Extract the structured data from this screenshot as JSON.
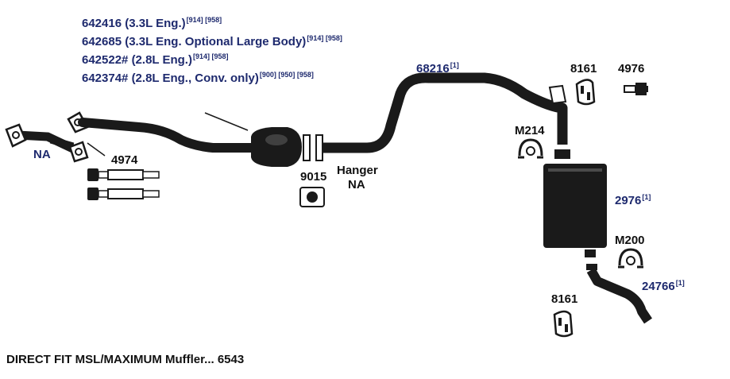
{
  "colors": {
    "part_label": "#1e2a6e",
    "text": "#111111",
    "pipe": "#1a1a1a"
  },
  "part_list": [
    {
      "text": "642416 (3.3L Eng.)",
      "refs": "[914] [958]"
    },
    {
      "text": "642685 (3.3L Eng. Optional Large Body)",
      "refs": "[914] [958]"
    },
    {
      "text": "642522# (2.8L Eng.)",
      "refs": "[914] [958]"
    },
    {
      "text": "642374# (2.8L Eng., Conv. only)",
      "refs": "[900] [950] [958]"
    }
  ],
  "labels": {
    "na_left": "NA",
    "bolt_kit": "4974",
    "gasket": "9015",
    "hanger_line1": "Hanger",
    "hanger_line2": "NA",
    "pipe_68216": "68216",
    "pipe_68216_ref": "[1]",
    "hanger_top": "8161",
    "bolt_top": "4976",
    "clamp_top": "M214",
    "muffler": "2976",
    "muffler_ref": "[1]",
    "clamp_bottom": "M200",
    "tail_pipe": "24766",
    "tail_pipe_ref": "[1]",
    "hanger_bottom": "8161"
  },
  "footer": "DIRECT FIT MSL/MAXIMUM Muffler... 6543"
}
